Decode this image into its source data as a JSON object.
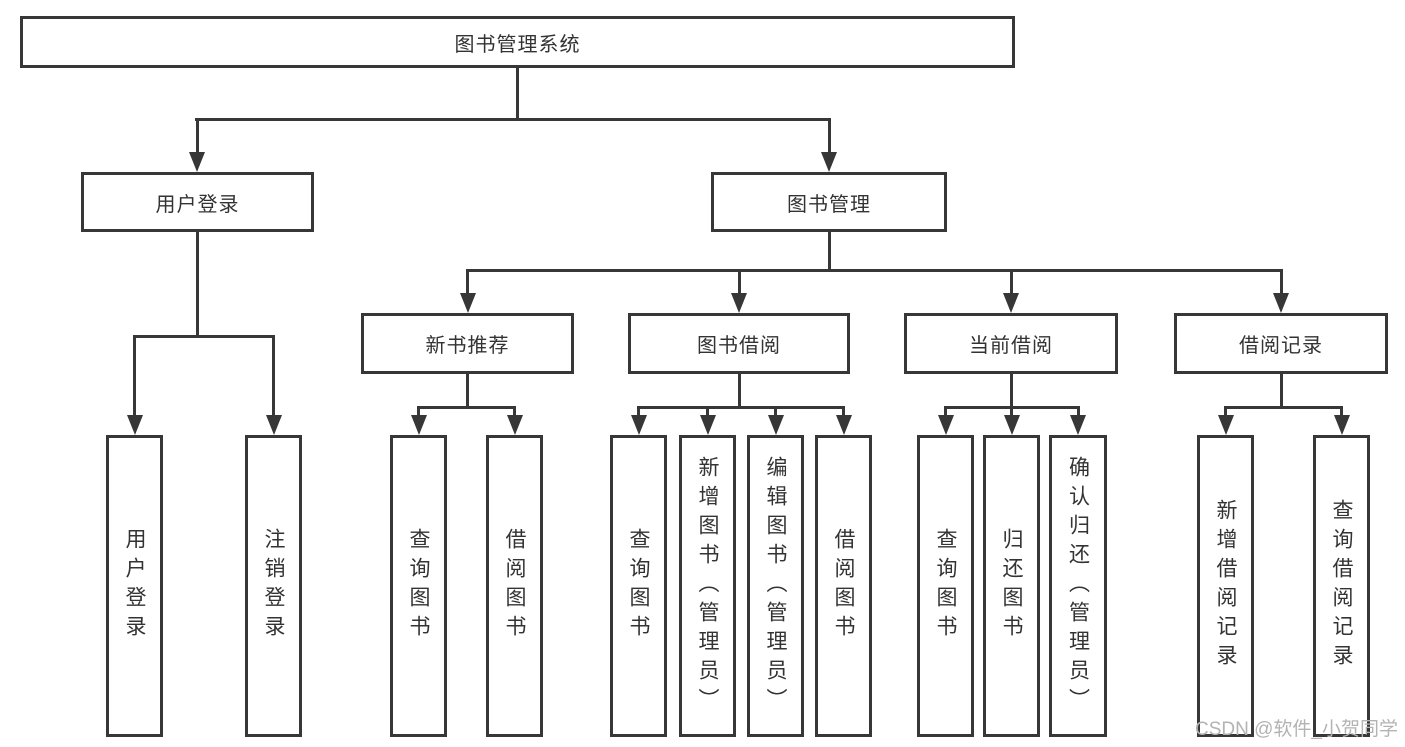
{
  "tree": {
    "label": "图书管理系统",
    "children": [
      {
        "label": "用户登录",
        "children": [
          {
            "label": "用户登录"
          },
          {
            "label": "注销登录"
          }
        ]
      },
      {
        "label": "图书管理",
        "children": [
          {
            "label": "新书推荐",
            "children": [
              {
                "label": "查询图书"
              },
              {
                "label": "借阅图书"
              }
            ]
          },
          {
            "label": "图书借阅",
            "children": [
              {
                "label": "查询图书"
              },
              {
                "label": "新增图书（管理员）"
              },
              {
                "label": "编辑图书（管理员）"
              },
              {
                "label": "借阅图书"
              }
            ]
          },
          {
            "label": "当前借阅",
            "children": [
              {
                "label": "查询图书"
              },
              {
                "label": "归还图书"
              },
              {
                "label": "确认归还（管理员）"
              }
            ]
          },
          {
            "label": "借阅记录",
            "children": [
              {
                "label": "新增借阅记录"
              },
              {
                "label": "查询借阅记录"
              }
            ]
          }
        ]
      }
    ]
  },
  "watermark": "CSDN @软件_小贺同学",
  "colors": {
    "line": "#373737",
    "text": "#333333",
    "watermark": "#b3b3b3",
    "background": "#ffffff"
  }
}
